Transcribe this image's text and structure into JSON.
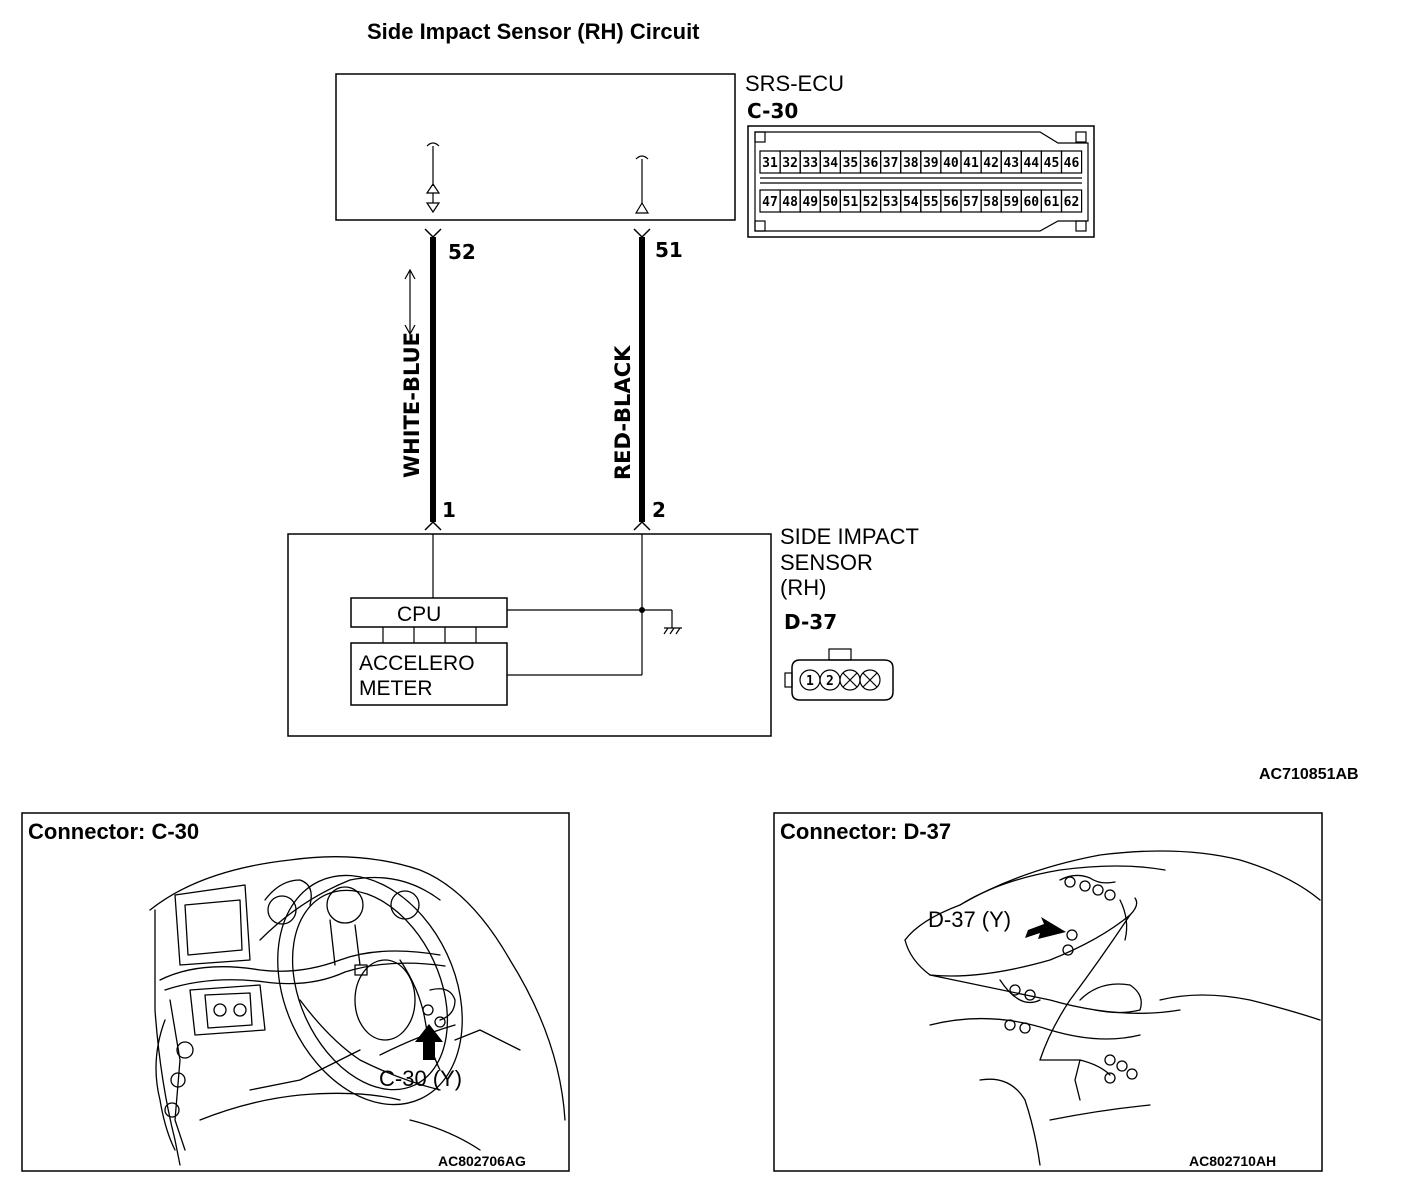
{
  "title": "Side Impact Sensor (RH) Circuit",
  "ecu": {
    "name": "SRS-ECU",
    "connector": "C-30",
    "pins_row1": [
      "31",
      "32",
      "33",
      "34",
      "35",
      "36",
      "37",
      "38",
      "39",
      "40",
      "41",
      "42",
      "43",
      "44",
      "45",
      "46"
    ],
    "pins_row2": [
      "47",
      "48",
      "49",
      "50",
      "51",
      "52",
      "53",
      "54",
      "55",
      "56",
      "57",
      "58",
      "59",
      "60",
      "61",
      "62"
    ]
  },
  "wires": [
    {
      "ecu_pin": "52",
      "sensor_pin": "1",
      "color": "WHITE-BLUE"
    },
    {
      "ecu_pin": "51",
      "sensor_pin": "2",
      "color": "RED-BLACK"
    }
  ],
  "sensor": {
    "name_line1": "SIDE IMPACT",
    "name_line2": "SENSOR",
    "name_line3": "(RH)",
    "connector": "D-37",
    "cpu_label": "CPU",
    "accel_line1": "ACCELERO",
    "accel_line2": "METER",
    "connector_pins": [
      "1",
      "2"
    ]
  },
  "diagram_ref": "AC710851AB",
  "panels": [
    {
      "heading": "Connector: C-30",
      "callout": "C-30 (Y)",
      "ref": "AC802706AG"
    },
    {
      "heading": "Connector: D-37",
      "callout": "D-37 (Y)",
      "ref": "AC802710AH"
    }
  ],
  "colors": {
    "ink": "#000000",
    "paper": "#ffffff"
  }
}
